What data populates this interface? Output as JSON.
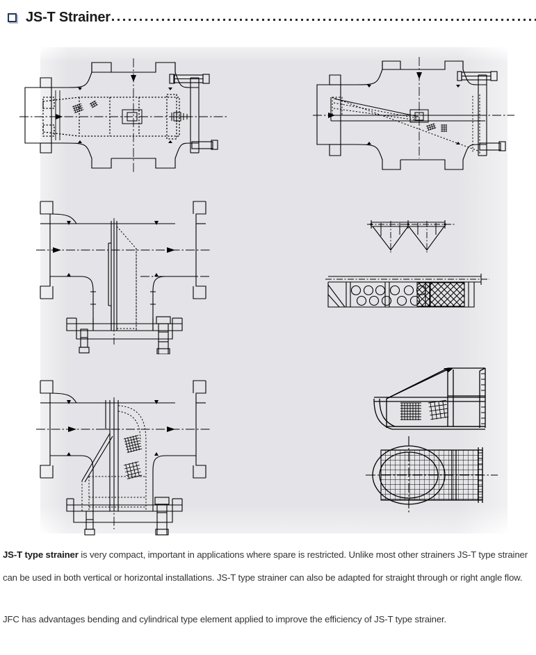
{
  "header": {
    "bullet_icon": "square-bullet-icon",
    "title": "JS-T Strainer",
    "leader": "dotted-leader",
    "accent_color": "#1f3864",
    "title_color": "#1a1a1a"
  },
  "drawings": {
    "panel_background": "#f1f1f3",
    "line_color": "#000000",
    "views": [
      {
        "name": "top-left-section-view",
        "caption": "JS-T strainer horizontal cross-section with flanged body, bolted cover and conical screen element"
      },
      {
        "name": "top-right-section-view",
        "caption": "JS-T strainer horizontal cross-section showing inclined conical screen element"
      },
      {
        "name": "middle-left-section-view",
        "caption": "JS-T strainer vertical tee cross-section with bottom bolted flange cover"
      },
      {
        "name": "middle-right-cone-detail",
        "caption": "Top view detail of double cone screen profile"
      },
      {
        "name": "middle-right-element-elevation",
        "caption": "Side elevation of perforated plate and wire mesh screen element"
      },
      {
        "name": "bottom-left-section-view",
        "caption": "JS-T strainer vertical tee cross-section with mesh element and curved flow path"
      },
      {
        "name": "bottom-right-basket-isometric",
        "caption": "Isometric view of cylindrical strainer basket element with mesh"
      },
      {
        "name": "bottom-right-basket-endview",
        "caption": "End view of cylindrical mesh basket element with flange ring"
      }
    ]
  },
  "body": {
    "paragraph_1_bold": "JS-T type strainer",
    "paragraph_1_rest": " is very compact, important in applications where spare is restricted. Unlike most other strainers JS-T type strainer can be used in both vertical or horizontal installations. JS-T type strainer can also be adapted for straight through or right angle flow.",
    "paragraph_2": "JFC has advantages bending and cylindrical type element applied to improve the efficiency of JS-T type strainer."
  }
}
